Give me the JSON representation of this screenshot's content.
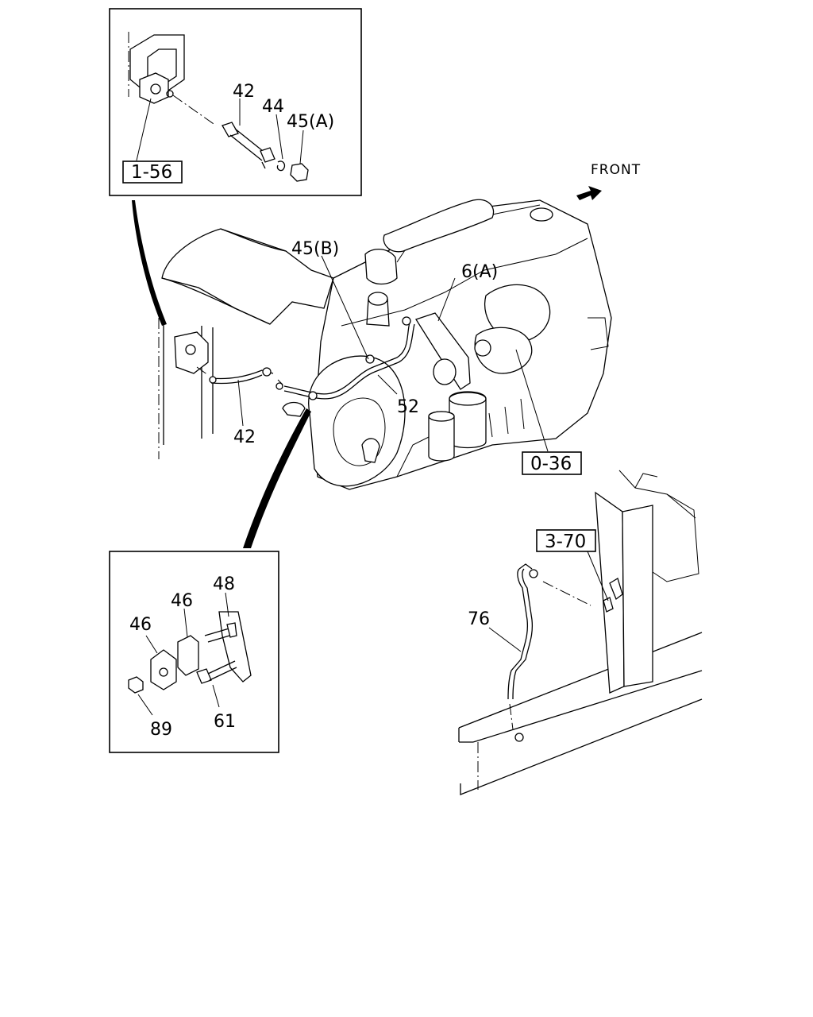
{
  "direction": {
    "label": "FRONT",
    "icon": "arrow-front-icon"
  },
  "references": {
    "r1": "1-56",
    "r2": "0-36",
    "r3": "3-70"
  },
  "parts": {
    "p42_top": "42",
    "p44": "44",
    "p45a": "45(A)",
    "p45b": "45(B)",
    "p6a": "6(A)",
    "p52": "52",
    "p42_main": "42",
    "p48": "48",
    "p46a": "46",
    "p46b": "46",
    "p89": "89",
    "p61": "61",
    "p76": "76"
  }
}
